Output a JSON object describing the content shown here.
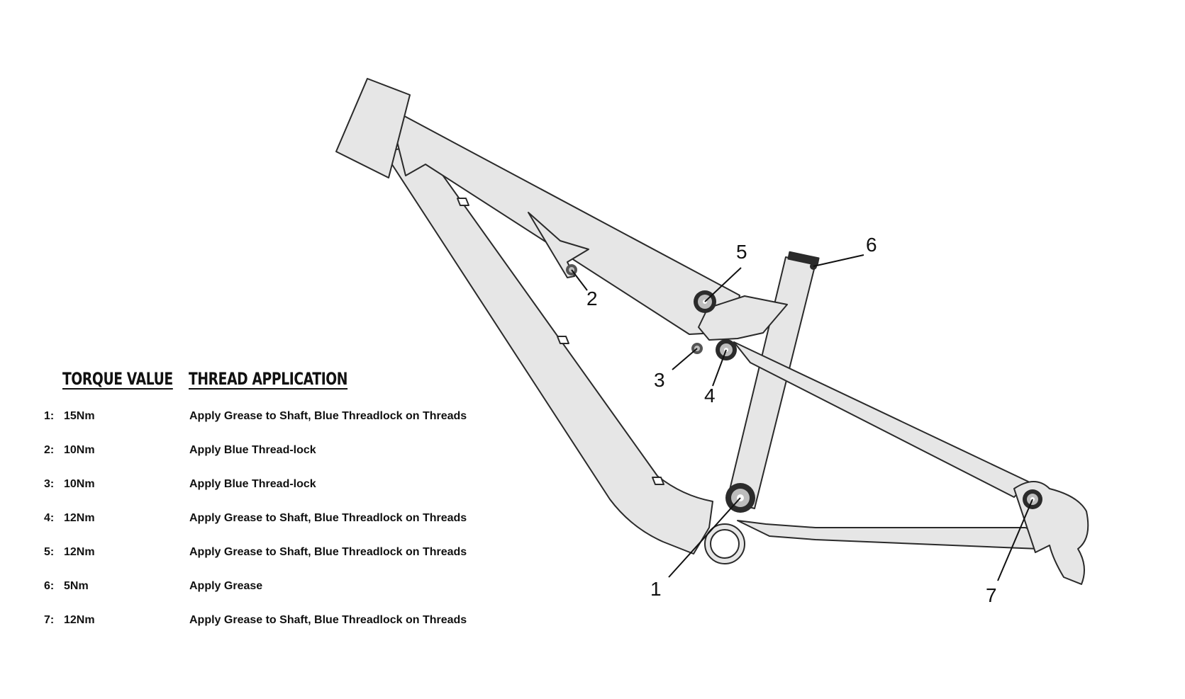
{
  "table": {
    "headers": {
      "torque": "TORQUE VALUE",
      "thread": "THREAD APPLICATION"
    },
    "rows": [
      {
        "num": "1:",
        "torque": "15Nm",
        "thread": "Apply Grease to Shaft, Blue Threadlock on Threads"
      },
      {
        "num": "2:",
        "torque": "10Nm",
        "thread": "Apply Blue Thread-lock"
      },
      {
        "num": "3:",
        "torque": "10Nm",
        "thread": "Apply Blue Thread-lock"
      },
      {
        "num": "4:",
        "torque": "12Nm",
        "thread": "Apply Grease to Shaft, Blue Threadlock on Threads"
      },
      {
        "num": "5:",
        "torque": "12Nm",
        "thread": "Apply Grease to Shaft, Blue Threadlock on Threads"
      },
      {
        "num": "6:",
        "torque": "5Nm",
        "thread": "Apply Grease"
      },
      {
        "num": "7:",
        "torque": "12Nm",
        "thread": "Apply Grease to Shaft, Blue Threadlock on Threads"
      }
    ]
  },
  "callouts": [
    "1",
    "2",
    "3",
    "4",
    "5",
    "6",
    "7"
  ],
  "colors": {
    "frame_fill": "#e6e6e6",
    "frame_stroke": "#2a2a2a",
    "bolt_dark": "#2b2b2b",
    "bolt_light": "#bdbdbd"
  }
}
